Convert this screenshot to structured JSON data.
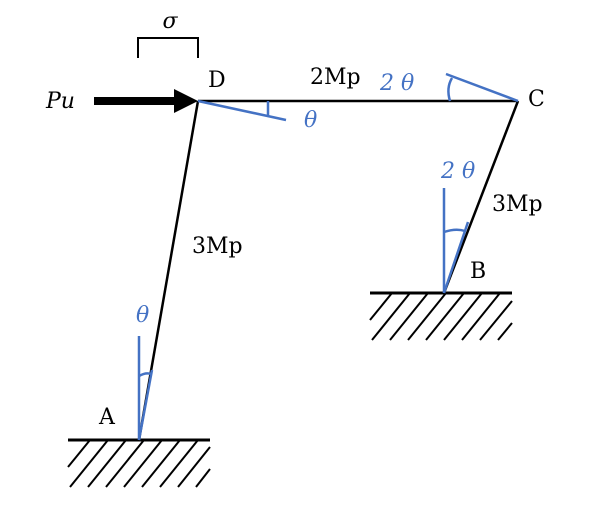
{
  "labels": {
    "sigma": "σ",
    "pu": "Pu",
    "node_d": "D",
    "node_c": "C",
    "node_b": "B",
    "node_a": "A",
    "beam_dc": "2Mp",
    "column_ad": "3Mp",
    "column_bc": "3Mp",
    "theta_d": "θ",
    "theta_a": "θ",
    "theta_c": "2 θ",
    "theta_b": "2 θ"
  },
  "colors": {
    "structure": "#000000",
    "rotation": "#4472C4"
  }
}
